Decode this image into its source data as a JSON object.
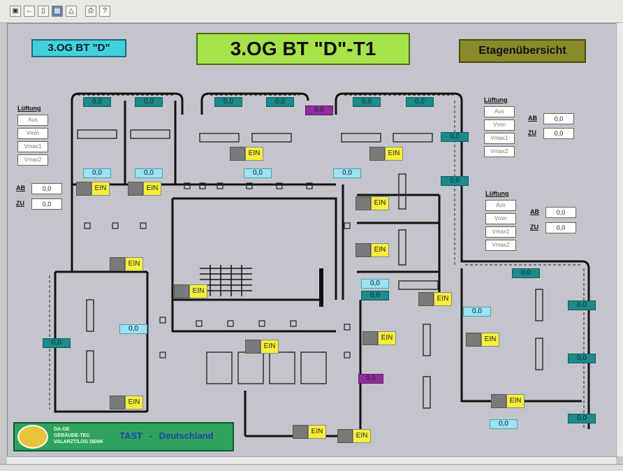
{
  "header": {
    "floor_short": "3.OG BT \"D\"",
    "floor_title": "3.OG BT \"D\"-T1",
    "overview_button": "Etagenübersicht"
  },
  "toolbar": {
    "buttons": [
      "open-icon",
      "back-icon",
      "page-icon",
      "floor-icon",
      "alarm-bell-icon",
      "print-icon",
      "help-icon"
    ],
    "help_label": "?"
  },
  "lueftung": {
    "title": "Lüftung",
    "modes": [
      "Aus",
      "Vmin",
      "Vmax1",
      "Vmax2"
    ],
    "ab_label": "AB",
    "zu_label": "ZU",
    "value": "0,0"
  },
  "readouts": {
    "value": "0,0"
  },
  "ein": {
    "label": "EIN"
  },
  "logo_panel": {
    "lines": [
      "DA-GE",
      "GEBÄUDE-TEC",
      "VALARZT/LOG DENK"
    ],
    "brand": "TAST",
    "separator": "-",
    "country": "Deutschland"
  },
  "colors": {
    "background": "#c4c4cc",
    "teal": "#1e8a8a",
    "cyan": "#9be3f2",
    "purple": "#8f2f9a",
    "yellow": "#f5ef3a",
    "title_green": "#a6e34a",
    "overview_olive": "#8a8a2a",
    "floor_short_cyan": "#41d1d9",
    "logo_green": "#2fa35e"
  }
}
